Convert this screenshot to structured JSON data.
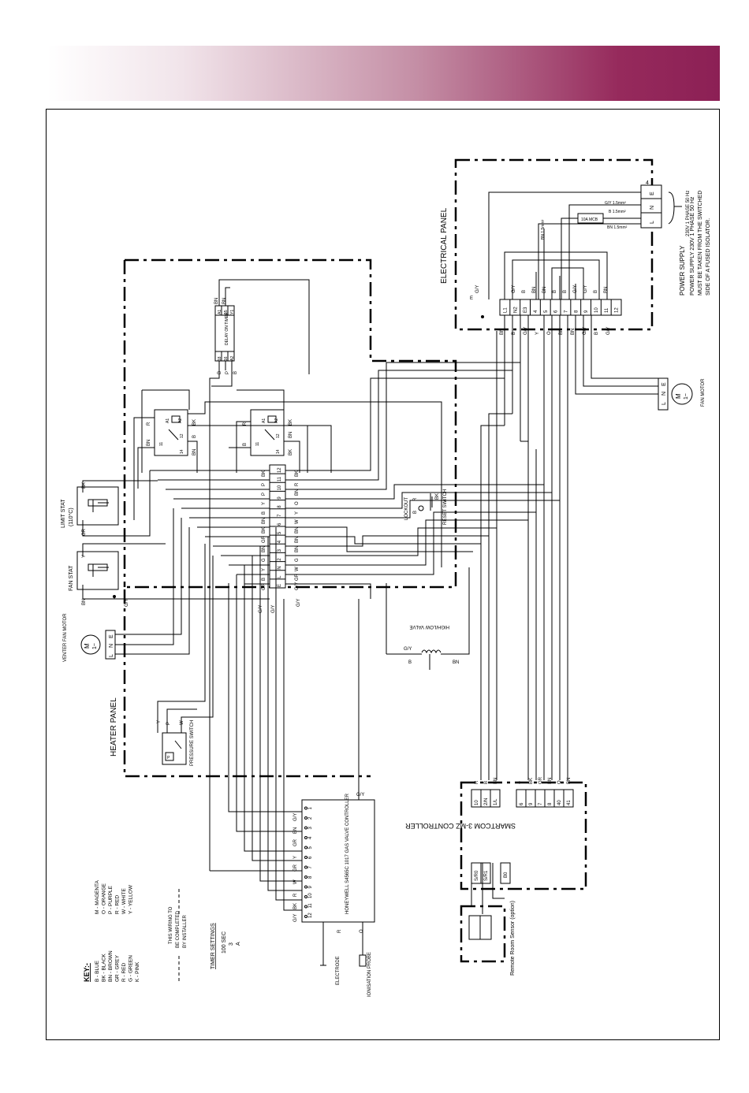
{
  "panels": {
    "electrical": "ELECTRICAL PANEL",
    "heater": "HEATER PANEL"
  },
  "power_supply": {
    "title": "POWER SUPPLY",
    "lines": [
      "230V 1 PHASE 50 Hz",
      "POWER SUPPLY 230V 1 PHASE 50 Hz",
      "MUST BE TAKEN FROM THE SWITCHED",
      "SIDE OF A FUSED ISOLATOR."
    ],
    "terminals": [
      "L",
      "N",
      "E"
    ],
    "terminal_4": "4",
    "mcb": "10A MCB",
    "cable_1": "G/Y 1.5mm²",
    "cable_2": "B 1.5mm²",
    "cable_3": "BN 1.5mm²",
    "cable_4": "BN 1.5mm²"
  },
  "electrical_terminals": [
    "L1",
    "N2",
    "E3",
    "4",
    "5",
    "6",
    "7",
    "8",
    "9",
    "10",
    "11",
    "12"
  ],
  "electrical_wire_labels": [
    "BN",
    "B",
    "G/Y",
    "Y",
    "O",
    "BN",
    "BN",
    "G/Y",
    "B",
    "G/Y"
  ],
  "electrical_top_labels": [
    "G/Y",
    "B",
    "BN",
    "BN",
    "B",
    "B",
    "G/Y",
    "G/Y",
    "B",
    "BN"
  ],
  "fan_motor": {
    "label": "FAN MOTOR",
    "symbol": "M",
    "phase": "1~",
    "terminals": [
      "L",
      "N",
      "E"
    ]
  },
  "venter_fan_motor": {
    "label": "VENTER FAN MOTOR",
    "symbol": "M",
    "phase": "1~",
    "terminals": [
      "L",
      "N",
      "E"
    ]
  },
  "delay_timer": {
    "title": "DELAY ON TIMER",
    "pins": [
      "18",
      "16",
      "A2",
      "A1",
      "15",
      "Y1"
    ],
    "wires": [
      "B",
      "P",
      "B",
      "BN",
      "BN"
    ]
  },
  "relays": [
    {
      "pins": [
        "A1",
        "A2",
        "11",
        "12",
        "14"
      ],
      "wires": [
        "R",
        "BK",
        "BN",
        "B",
        "BN"
      ]
    },
    {
      "pins": [
        "A1",
        "A2",
        "11",
        "12",
        "14"
      ],
      "wires": [
        "R",
        "BK",
        "B",
        "BN",
        "BK"
      ]
    }
  ],
  "terminal_strip": {
    "left_labels": [
      "BK",
      "P",
      "P",
      "Y",
      "B",
      "BN",
      "BK",
      "GR",
      "BN",
      "G",
      "Y",
      "B",
      "GR"
    ],
    "numbers": [
      "12",
      "11",
      "10",
      "9",
      "8",
      "7",
      "6",
      "5",
      "4",
      "3",
      "2",
      "N",
      "L",
      "E"
    ],
    "right_labels": [
      "BK",
      "R",
      "BN",
      "O",
      "Y",
      "W",
      "BN",
      "BN",
      "BN",
      "G",
      "W",
      "GR",
      "G/Y"
    ]
  },
  "limit_stat": {
    "label": "LIMIT STAT",
    "temp": "(110°C)",
    "wires": [
      "GR",
      "BK"
    ],
    "pins": [
      "C",
      "2"
    ]
  },
  "fan_stat": {
    "label": "FAN STAT",
    "wires": [
      "BN",
      "Y"
    ],
    "pins": [
      "C",
      "2"
    ]
  },
  "lockout": {
    "label": "LOCKOUT",
    "reset": "RESET SWITCH",
    "wires": [
      "B",
      "R",
      "BK"
    ]
  },
  "high_low_valve": {
    "label": "HIGH/LOW VALVE",
    "wires": [
      "G/Y",
      "B",
      "BN"
    ]
  },
  "pressure_switch": {
    "label": "PRESSURE SWITCH",
    "wires": [
      "Y",
      "P",
      "W"
    ]
  },
  "gas_controller": {
    "title": "HONEYWELL S4565C 1017 GAS VALVE CONTROLLER",
    "pins": [
      "12",
      "11",
      "10",
      "9",
      "8",
      "7",
      "6",
      "5",
      "4",
      "3",
      "2",
      "1"
    ],
    "wires_right": [
      "G/Y",
      "BK",
      "R",
      "W",
      "GR",
      "Y",
      "GR",
      "BN",
      "G/Y"
    ],
    "bottom_wires": [
      "R",
      "O"
    ]
  },
  "electrode": "ELECTRODE",
  "ionisation_probe": "IONISATION PROBE",
  "smartcom": {
    "title": "SMARTCOM 3-MZ CONTROLLER",
    "left_terminals": [
      "10",
      "2/N",
      "1/L"
    ],
    "left_wires": [
      "R",
      "B",
      "BN"
    ],
    "right_terminals": [
      "6",
      "9",
      "7",
      "8",
      "40",
      "41"
    ],
    "right_wires": [
      "Y",
      "BK",
      "GR",
      "BN",
      "O",
      "BN"
    ],
    "sensor_terminals": [
      "S/R0",
      "S/R1",
      "B0"
    ]
  },
  "remote_sensor": "Remote Room Sensor (option)",
  "key": {
    "title": "KEY:-",
    "col1": [
      "B  - BLUE",
      "BK - BLACK",
      "BN - BROWN",
      "GR - GREY",
      "R  - RED",
      "G  - GREEN",
      "K  - PINK"
    ],
    "col2": [
      "M - MAGENTA",
      "O - ORANGE",
      "P - PURPLE",
      "R - RED",
      "W - WHITE",
      "Y - YELLOW"
    ],
    "installer_note": [
      "THIS WIRING TO",
      "BE COMPLETED",
      "BY INSTALLER"
    ],
    "timer_title": "TIMER SETTINGS",
    "timer_values": [
      "100 SEC",
      "3",
      "A"
    ]
  },
  "colors": {
    "banner_end": "#8c2055"
  }
}
